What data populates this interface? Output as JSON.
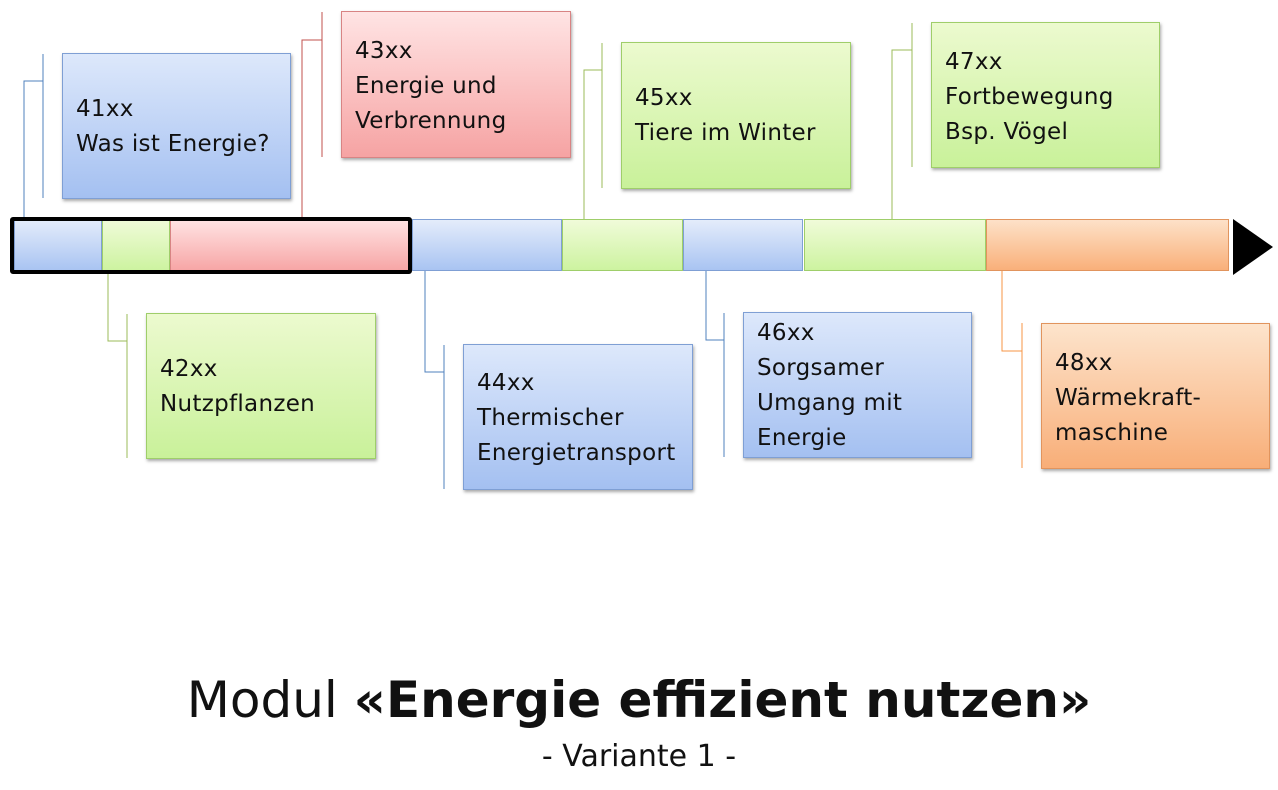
{
  "modules": {
    "m41": {
      "code": "41xx",
      "lines": [
        "Was ist Energie?"
      ]
    },
    "m42": {
      "code": "42xx",
      "lines": [
        "Nutzpflanzen"
      ]
    },
    "m43": {
      "code": "43xx",
      "lines": [
        "Energie und",
        "Verbrennung"
      ]
    },
    "m44": {
      "code": "44xx",
      "lines": [
        "Thermischer",
        "Energietransport"
      ]
    },
    "m45": {
      "code": "45xx",
      "lines": [
        "Tiere im Winter"
      ]
    },
    "m46": {
      "code": "46xx",
      "lines": [
        "Sorgsamer",
        "Umgang mit",
        "Energie"
      ]
    },
    "m47": {
      "code": "47xx",
      "lines": [
        "Fortbewegung",
        "Bsp. Vögel"
      ]
    },
    "m48": {
      "code": "48xx",
      "lines": [
        "Wärmekraft-",
        "maschine"
      ]
    }
  },
  "title": {
    "prefix": "Modul ",
    "bold": "«Energie effizient nutzen»",
    "subtitle": "- Variante 1 -"
  },
  "colors": {
    "blue": "#a9c4f2",
    "green": "#cdf3a0",
    "red": "#f7a6a6",
    "orange": "#f9b07a",
    "line_blue": "#4f81bd",
    "line_green": "#9bbb59",
    "line_red": "#c0504d",
    "line_orange": "#f79646"
  }
}
